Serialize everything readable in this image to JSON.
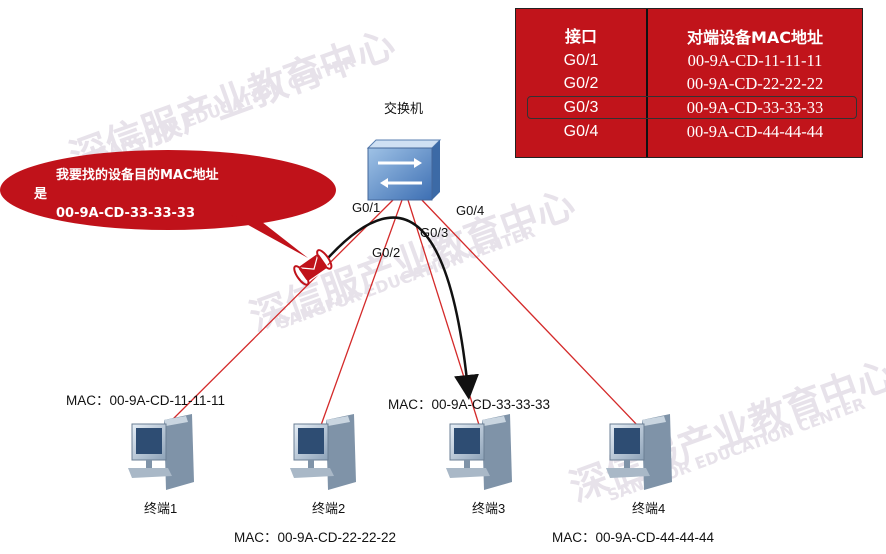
{
  "watermark": {
    "cn": "深信服产业教育中心",
    "en": "SANGFOR EDUCATION CENTER"
  },
  "switch": {
    "label": "交换机"
  },
  "ports": [
    "G0/1",
    "G0/2",
    "G0/3",
    "G0/4"
  ],
  "bubble": {
    "line1": "我要找的设备目的MAC地址",
    "line2": "是",
    "line3": "00-9A-CD-33-33-33"
  },
  "terminals": [
    {
      "name": "终端1",
      "mac": "MAC：00-9A-CD-11-11-11"
    },
    {
      "name": "终端2",
      "mac": "MAC：00-9A-CD-22-22-22"
    },
    {
      "name": "终端3",
      "mac": "MAC：00-9A-CD-33-33-33"
    },
    {
      "name": "终端4",
      "mac": "MAC：00-9A-CD-44-44-44"
    }
  ],
  "mac_table": {
    "headers": [
      "接口",
      "对端设备MAC地址"
    ],
    "rows": [
      [
        "G0/1",
        "00-9A-CD-11-11-11"
      ],
      [
        "G0/2",
        "00-9A-CD-22-22-22"
      ],
      [
        "G0/3",
        "00-9A-CD-33-33-33"
      ],
      [
        "G0/4",
        "00-9A-CD-44-44-44"
      ]
    ],
    "highlighted_row": 2
  },
  "colors": {
    "link": "#d42a2a",
    "table_bg": "#c1141b",
    "bubble": "#c0121a",
    "path": "#111111"
  }
}
